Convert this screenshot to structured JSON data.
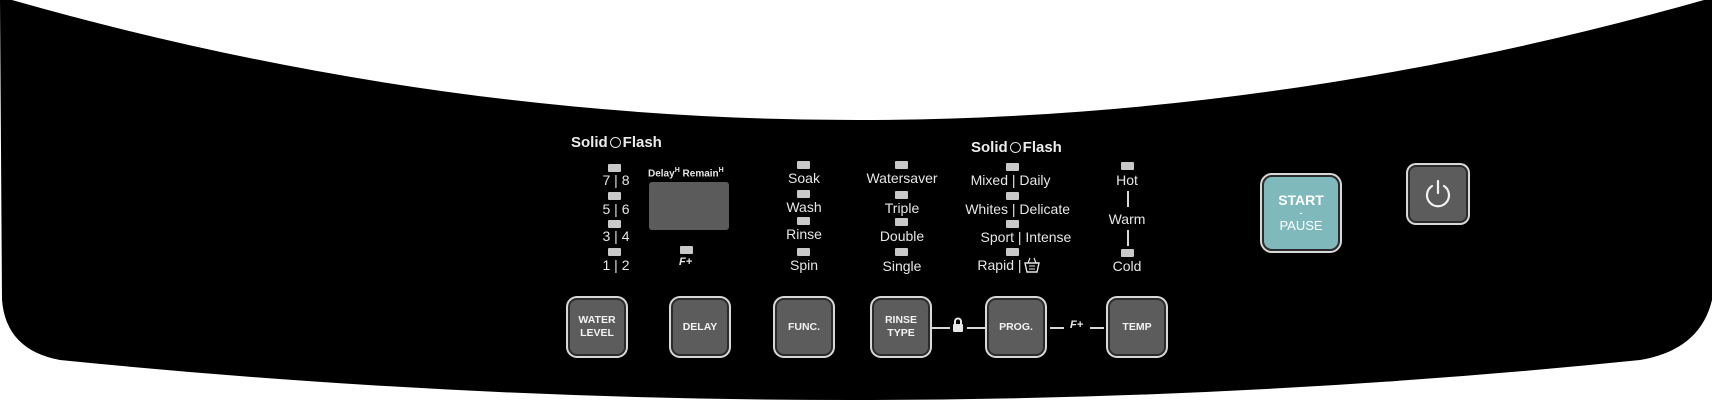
{
  "colors": {
    "panel": "#000000",
    "button": "#5c5c5c",
    "start_button": "#7fb9bc",
    "text": "#e6e6e6",
    "led": "#c9c9c9"
  },
  "water_level": {
    "indicator": {
      "solid": "Solid",
      "flash": "Flash"
    },
    "levels": [
      {
        "left": "7",
        "right": "8"
      },
      {
        "left": "5",
        "right": "6"
      },
      {
        "left": "3",
        "right": "4"
      },
      {
        "left": "1",
        "right": "2"
      }
    ],
    "button": {
      "line1": "WATER",
      "line2": "LEVEL"
    }
  },
  "delay": {
    "delay_label": "Delay",
    "remain_label": "Remain",
    "unit_mark": "H",
    "f_plus": "F+",
    "button": "DELAY"
  },
  "function": {
    "items": [
      "Soak",
      "Wash",
      "Rinse",
      "Spin"
    ],
    "button": "FUNC."
  },
  "rinse_type": {
    "items": [
      "Watersaver",
      "Triple",
      "Double",
      "Single"
    ],
    "button": {
      "line1": "RINSE",
      "line2": "TYPE"
    }
  },
  "program": {
    "indicator": {
      "solid": "Solid",
      "flash": "Flash"
    },
    "items": [
      {
        "left": "Mixed",
        "right": "Daily"
      },
      {
        "left": "Whites",
        "right": "Delicate"
      },
      {
        "left": "Sport",
        "right": "Intense"
      },
      {
        "left": "Rapid",
        "right": ""
      }
    ],
    "button": "PROG."
  },
  "temperature": {
    "items": [
      "Hot",
      "Warm",
      "Cold"
    ],
    "button": "TEMP"
  },
  "combos": {
    "lock_icon": "lock-icon",
    "f_plus": "F+"
  },
  "start_pause": {
    "line1": "START",
    "separator": "-",
    "line2": "PAUSE"
  },
  "power": {
    "icon": "power-icon"
  }
}
